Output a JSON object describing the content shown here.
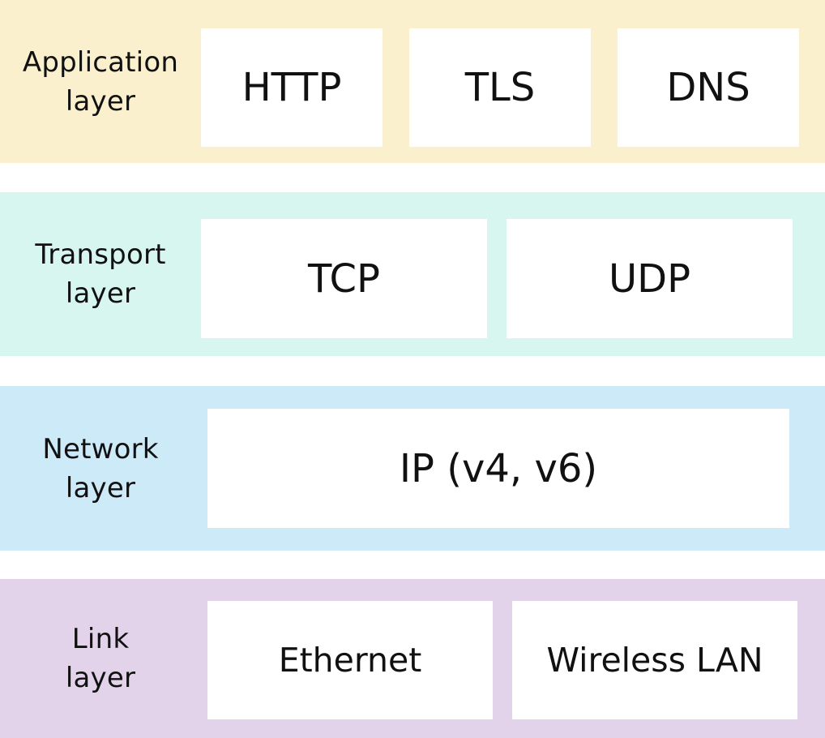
{
  "layers": [
    {
      "label_line1": "Application",
      "label_line2": "layer",
      "color": "#fbf0cd",
      "protocols": [
        "HTTP",
        "TLS",
        "DNS"
      ]
    },
    {
      "label_line1": "Transport",
      "label_line2": "layer",
      "color": "#d6f6ef",
      "protocols": [
        "TCP",
        "UDP"
      ]
    },
    {
      "label_line1": "Network",
      "label_line2": "layer",
      "color": "#cdeaf9",
      "protocols": [
        "IP (v4, v6)"
      ]
    },
    {
      "label_line1": "Link",
      "label_line2": "layer",
      "color": "#e2d3eb",
      "protocols": [
        "Ethernet",
        "Wireless LAN"
      ]
    }
  ]
}
